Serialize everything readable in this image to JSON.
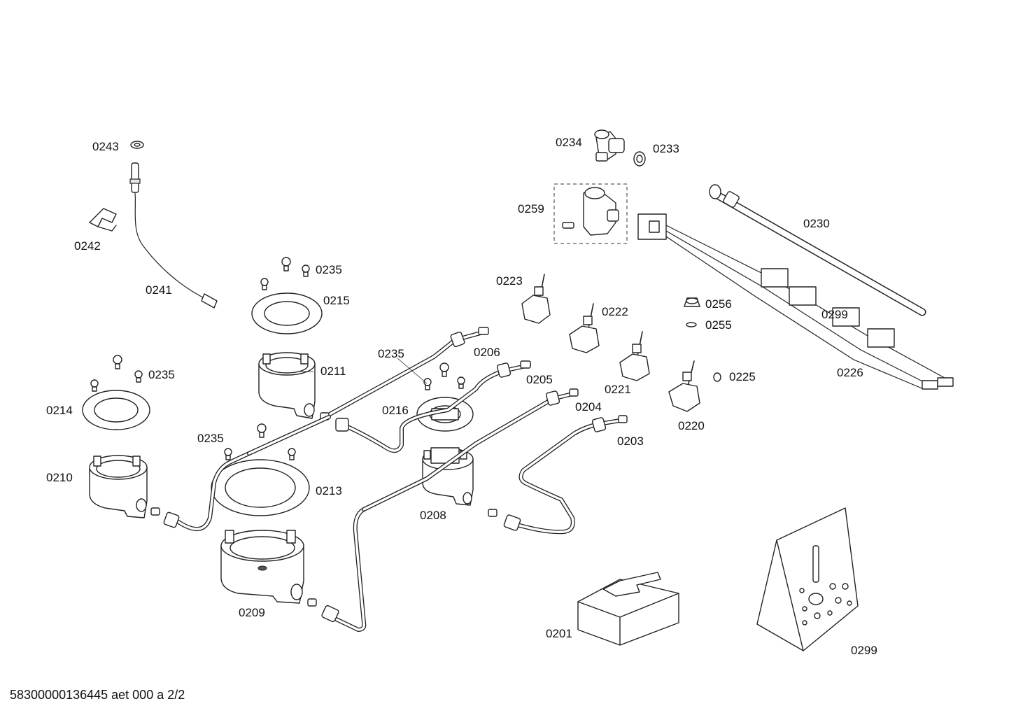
{
  "labels": {
    "p0243": "0243",
    "p0242": "0242",
    "p0241": "0241",
    "p0235a": "0235",
    "p0215": "0215",
    "p0211": "0211",
    "p0235b": "0235",
    "p0214": "0214",
    "p0210": "0210",
    "p0235c": "0235",
    "p0213": "0213",
    "p0209": "0209",
    "p0235d": "0235",
    "p0216": "0216",
    "p0206": "0206",
    "p0205": "0205",
    "p0204": "0204",
    "p0203": "0203",
    "p0208": "0208",
    "p0201": "0201",
    "p0234": "0234",
    "p0233": "0233",
    "p0259": "0259",
    "p0230": "0230",
    "p0223": "0223",
    "p0222": "0222",
    "p0221": "0221",
    "p0220": "0220",
    "p0256": "0256",
    "p0255": "0255",
    "p0225": "0225",
    "p0299a": "0299",
    "p0226": "0226",
    "p0299b": "0299"
  },
  "footer": "58300000136445 aet 000 a 2/2"
}
